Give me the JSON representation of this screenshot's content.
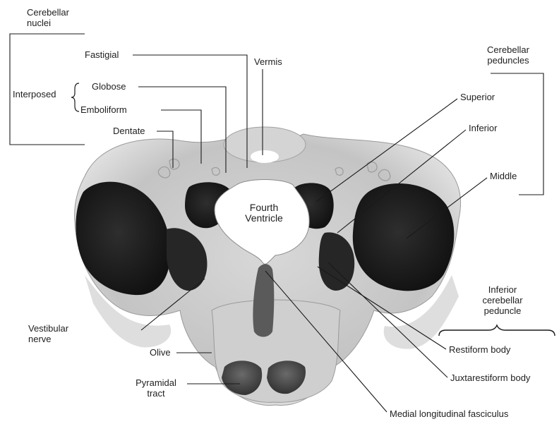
{
  "labels": {
    "cerebellar_nuclei": "Cerebellar\nnuclei",
    "fastigial": "Fastigial",
    "vermis": "Vermis",
    "interposed": "Interposed",
    "globose": "Globose",
    "emboliform": "Emboliform",
    "dentate": "Dentate",
    "cerebellar_peduncles": "Cerebellar\npeduncles",
    "superior": "Superior",
    "inferior": "Inferior",
    "middle": "Middle",
    "fourth_ventricle": "Fourth\nVentricle",
    "inferior_cerebellar_peduncle": "Inferior\ncerebellar\npeduncle",
    "restiform_body": "Restiform body",
    "juxtarestiform_body": "Juxtarestiform body",
    "medial_longitudinal_fasciculus": "Medial longitudinal fasciculus",
    "vestibular_nerve": "Vestibular\nnerve",
    "olive": "Olive",
    "pyramidal_tract": "Pyramidal\ntract"
  }
}
